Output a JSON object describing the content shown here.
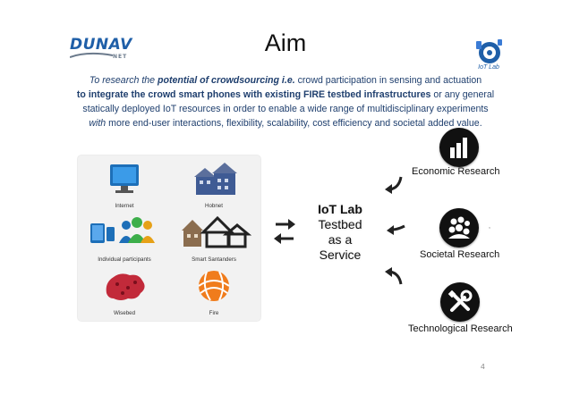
{
  "header": {
    "title": "Aim",
    "left_logo": {
      "word": "DUNAV",
      "sub": "NET",
      "brand_color": "#1f5fa8"
    },
    "right_logo": {
      "label": "IoT Lab",
      "brand_color": "#1f5fa8"
    }
  },
  "intro": {
    "line1_a": "To research the ",
    "line1_b": "potential of crowdsourcing i.e.",
    "line1_c": " crowd participation in sensing and actuation",
    "line2_a": "to integrate the crowd smart phones with existing FIRE testbed infrastructures",
    "line2_b": "  or any general",
    "line3": "statically deployed IoT resources in order to enable a wide range of multidisciplinary experiments",
    "line4_a": "with",
    "line4_b": " more end-user interactions, flexibility, scalability, cost efficiency and societal added value.",
    "text_color": "#1f3f6e"
  },
  "grid": {
    "tiles": [
      {
        "caption": "Internet",
        "icon": "monitor-icon"
      },
      {
        "caption": "Hobnet",
        "icon": "buildings-icon"
      },
      {
        "caption": "Individual participants",
        "icon": "people-devices-icon"
      },
      {
        "caption": "Smart Santanders",
        "icon": "city-houses-icon"
      },
      {
        "caption": "Wisebed",
        "icon": "europe-map-icon"
      },
      {
        "caption": "Fire",
        "icon": "fire-globe-icon"
      }
    ]
  },
  "center": {
    "line1": "IoT Lab",
    "line2": "Testbed",
    "line3": "as a",
    "line4": "Service"
  },
  "right": {
    "items": [
      {
        "label": "Economic Research",
        "icon": "bar-chart-icon"
      },
      {
        "label": "Societal Research",
        "icon": "people-group-icon"
      },
      {
        "label": "Technological Research",
        "icon": "tools-icon"
      }
    ],
    "stray_mark": ","
  },
  "footer": {
    "page_number": "4"
  }
}
